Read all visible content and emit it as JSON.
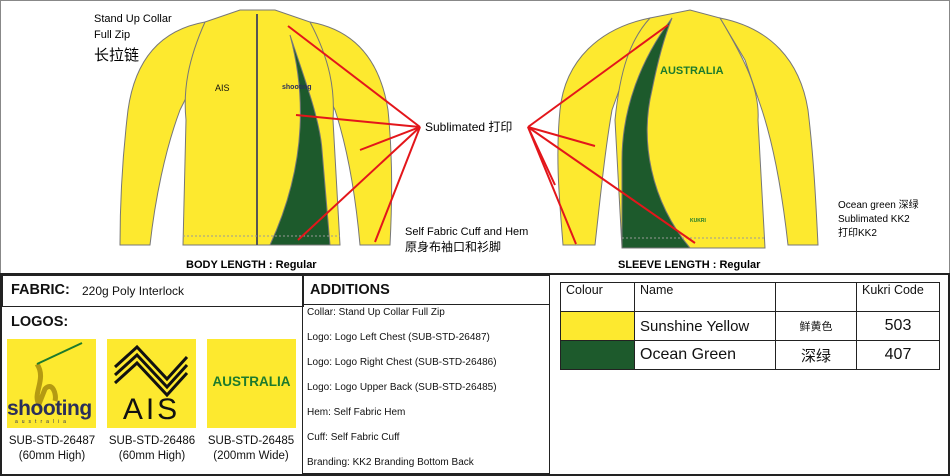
{
  "colors": {
    "yellow": "#fde92f",
    "green": "#1d5a2c",
    "line": "#e3161b"
  },
  "drawing": {
    "collar_note": [
      "Stand Up Collar",
      "Full Zip",
      "长拉链"
    ],
    "sublimated": "Sublimated 打印",
    "cuff_note": [
      "Self Fabric Cuff and Hem",
      "原身布袖口和衫脚"
    ],
    "body_length": "BODY LENGTH : Regular",
    "sleeve_length": "SLEEVE LENGTH : Regular",
    "back_note": [
      "Ocean green 深绿",
      "Sublimated KK2",
      "打印KK2"
    ],
    "front_logos": {
      "ais": "AIS",
      "shooting": "shooting"
    },
    "back_text": "AUSTRALIA",
    "kukri": "KUKRI"
  },
  "fabric": {
    "label": "FABRIC:",
    "value": "220g Poly Interlock"
  },
  "logos": {
    "label": "LOGOS:",
    "items": [
      {
        "art": "shooting",
        "sub": "australia",
        "code": "SUB-STD-26487",
        "size": "(60mm High)"
      },
      {
        "art": "AIS",
        "code": "SUB-STD-26486",
        "size": "(60mm High)"
      },
      {
        "art": "AUSTRALIA",
        "code": "SUB-STD-26485",
        "size": "(200mm Wide)"
      }
    ]
  },
  "additions": {
    "label": "ADDITIONS",
    "items": [
      "Collar: Stand Up Collar Full Zip",
      "Logo: Logo Left Chest (SUB-STD-26487)",
      "Logo: Logo Right Chest (SUB-STD-26486)",
      "Logo: Logo Upper Back (SUB-STD-26485)",
      "Hem: Self Fabric Hem",
      "Cuff: Self Fabric Cuff",
      "Branding: KK2 Branding Bottom Back"
    ]
  },
  "colour_table": {
    "headers": [
      "Colour",
      "Name",
      "",
      "Kukri Code"
    ],
    "rows": [
      {
        "swatch": "#fde92f",
        "name": "Sunshine Yellow",
        "cn": "鲜黄色",
        "code": "503"
      },
      {
        "swatch": "#1d5a2c",
        "name": "Ocean Green",
        "cn": "深绿",
        "code": "407"
      }
    ]
  }
}
